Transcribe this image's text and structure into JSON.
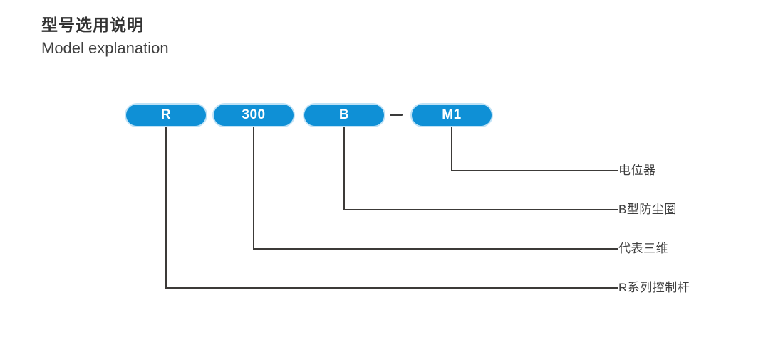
{
  "heading": {
    "title_cn": "型号选用说明",
    "title_en": "Model explanation"
  },
  "colors": {
    "pill_blue": "#0f90d6",
    "pill_halo": "#bfe2f6",
    "line": "#3c3a38",
    "text": "#3f3f3f"
  },
  "model_code": {
    "segments": [
      {
        "id": "series",
        "label": "R",
        "callout": "R系列控制杆"
      },
      {
        "id": "size",
        "label": "300",
        "callout": "代表三维"
      },
      {
        "id": "dust_seal",
        "label": "B",
        "callout": "B型防尘圈"
      },
      {
        "id": "output",
        "label": "M1",
        "callout": "电位器"
      }
    ],
    "separator": "–"
  },
  "callouts": [
    {
      "order": 1,
      "text": "电位器",
      "source_segment": "M1"
    },
    {
      "order": 2,
      "text": "B型防尘圈",
      "source_segment": "B"
    },
    {
      "order": 3,
      "text": "代表三维",
      "source_segment": "300"
    },
    {
      "order": 4,
      "text": "R系列控制杆",
      "source_segment": "R"
    }
  ]
}
